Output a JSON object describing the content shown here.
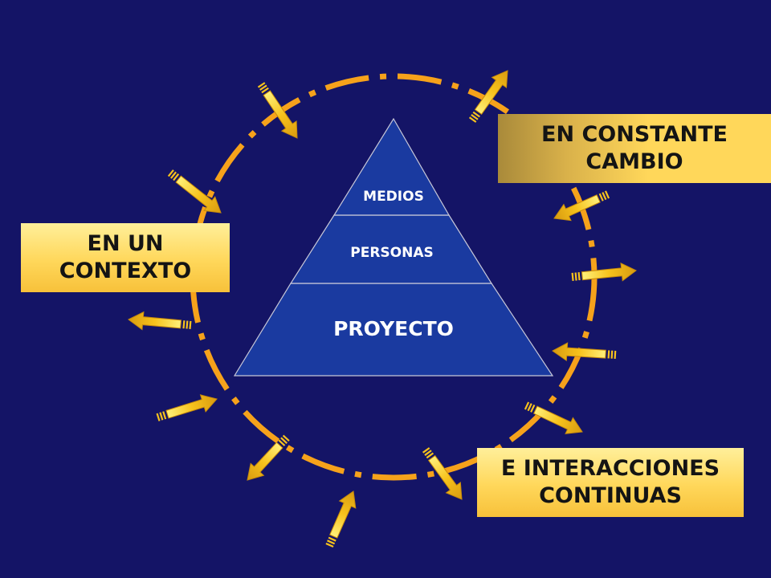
{
  "labels": {
    "contexto": [
      "EN UN",
      "CONTEXTO"
    ],
    "cambio": [
      "EN CONSTANTE",
      "CAMBIO"
    ],
    "interacciones": [
      "E INTERACCIONES",
      "CONTINUAS"
    ]
  },
  "pyramid": {
    "top": "MEDIOS",
    "middle": "PERSONAS",
    "base": "PROYECTO"
  },
  "colors": {
    "background": "#141466",
    "pyramid_fill": "#1a3aa0",
    "ring": "#f6a21b",
    "arrow": "#f7c21c",
    "box": "#ffd75a"
  }
}
